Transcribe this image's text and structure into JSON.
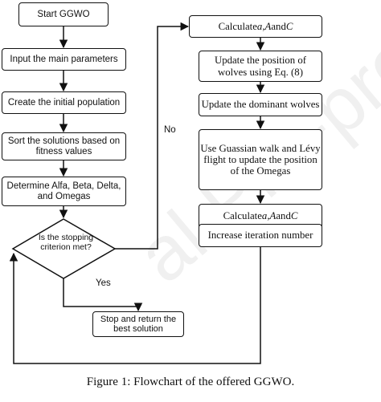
{
  "diagram": {
    "left_column": {
      "start": "Start GGWO",
      "input": "Input the main parameters",
      "init_pop": "Create the initial population",
      "sort": "Sort the solutions based on fitness values",
      "determine": "Determine Alfa, Beta, Delta, and Omegas",
      "decision": "Is the stopping criterion met?",
      "stop": "Stop and return the best solution"
    },
    "right_column": {
      "calc1": "Calculate a, A and C",
      "update_pos": "Update the position of wolves using Eq. (8)",
      "update_dom": "Update the dominant wolves",
      "walk": "Use Guassian walk and Lévy flight to update the position of the Omegas",
      "calc2": "Calculate a, A and C",
      "increase": "Increase iteration number"
    },
    "edge_labels": {
      "no": "No",
      "yes": "Yes"
    },
    "caption": "Figure 1: Flowchart of the offered GGWO.",
    "watermark": "al Pre-proofs"
  }
}
